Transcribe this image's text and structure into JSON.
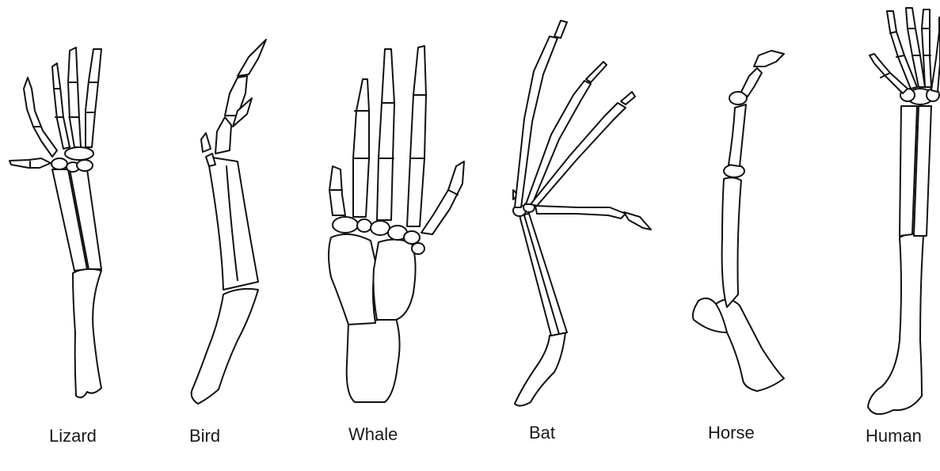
{
  "labels": {
    "lizard": "Lizard",
    "bird": "Bird",
    "whale": "Whale",
    "bat": "Bat",
    "horse": "Horse",
    "human": "Human"
  }
}
